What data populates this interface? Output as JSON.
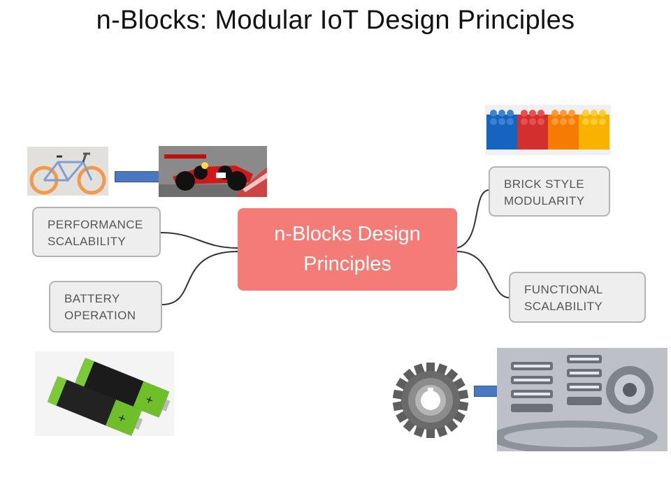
{
  "title": "n-Blocks: Modular IoT Design Principles",
  "center": {
    "line1": "n-Blocks Design",
    "line2": "Principles"
  },
  "leaves": {
    "performance": {
      "line1": "PERFORMANCE",
      "line2": "SCALABILITY"
    },
    "battery": {
      "line1": "BATTERY",
      "line2": "OPERATION"
    },
    "brick": {
      "line1": "BRICK STYLE",
      "line2": "MODULARITY"
    },
    "functional": {
      "line1": "FUNCTIONAL",
      "line2": "SCALABILITY"
    }
  },
  "images": {
    "bicycle": "bicycle-photo",
    "race_car": "formula-one-car-photo",
    "bricks": "toy-bricks-photo",
    "batteries": "aa-batteries-photo",
    "gear": "single-gear-photo",
    "gearbox": "gearbox-photo"
  },
  "colors": {
    "center_fill": "#f47b76",
    "leaf_fill": "#eeeeee",
    "leaf_border": "#b3b3b3",
    "connector": "#333333",
    "arrow": "#4a78c0"
  }
}
